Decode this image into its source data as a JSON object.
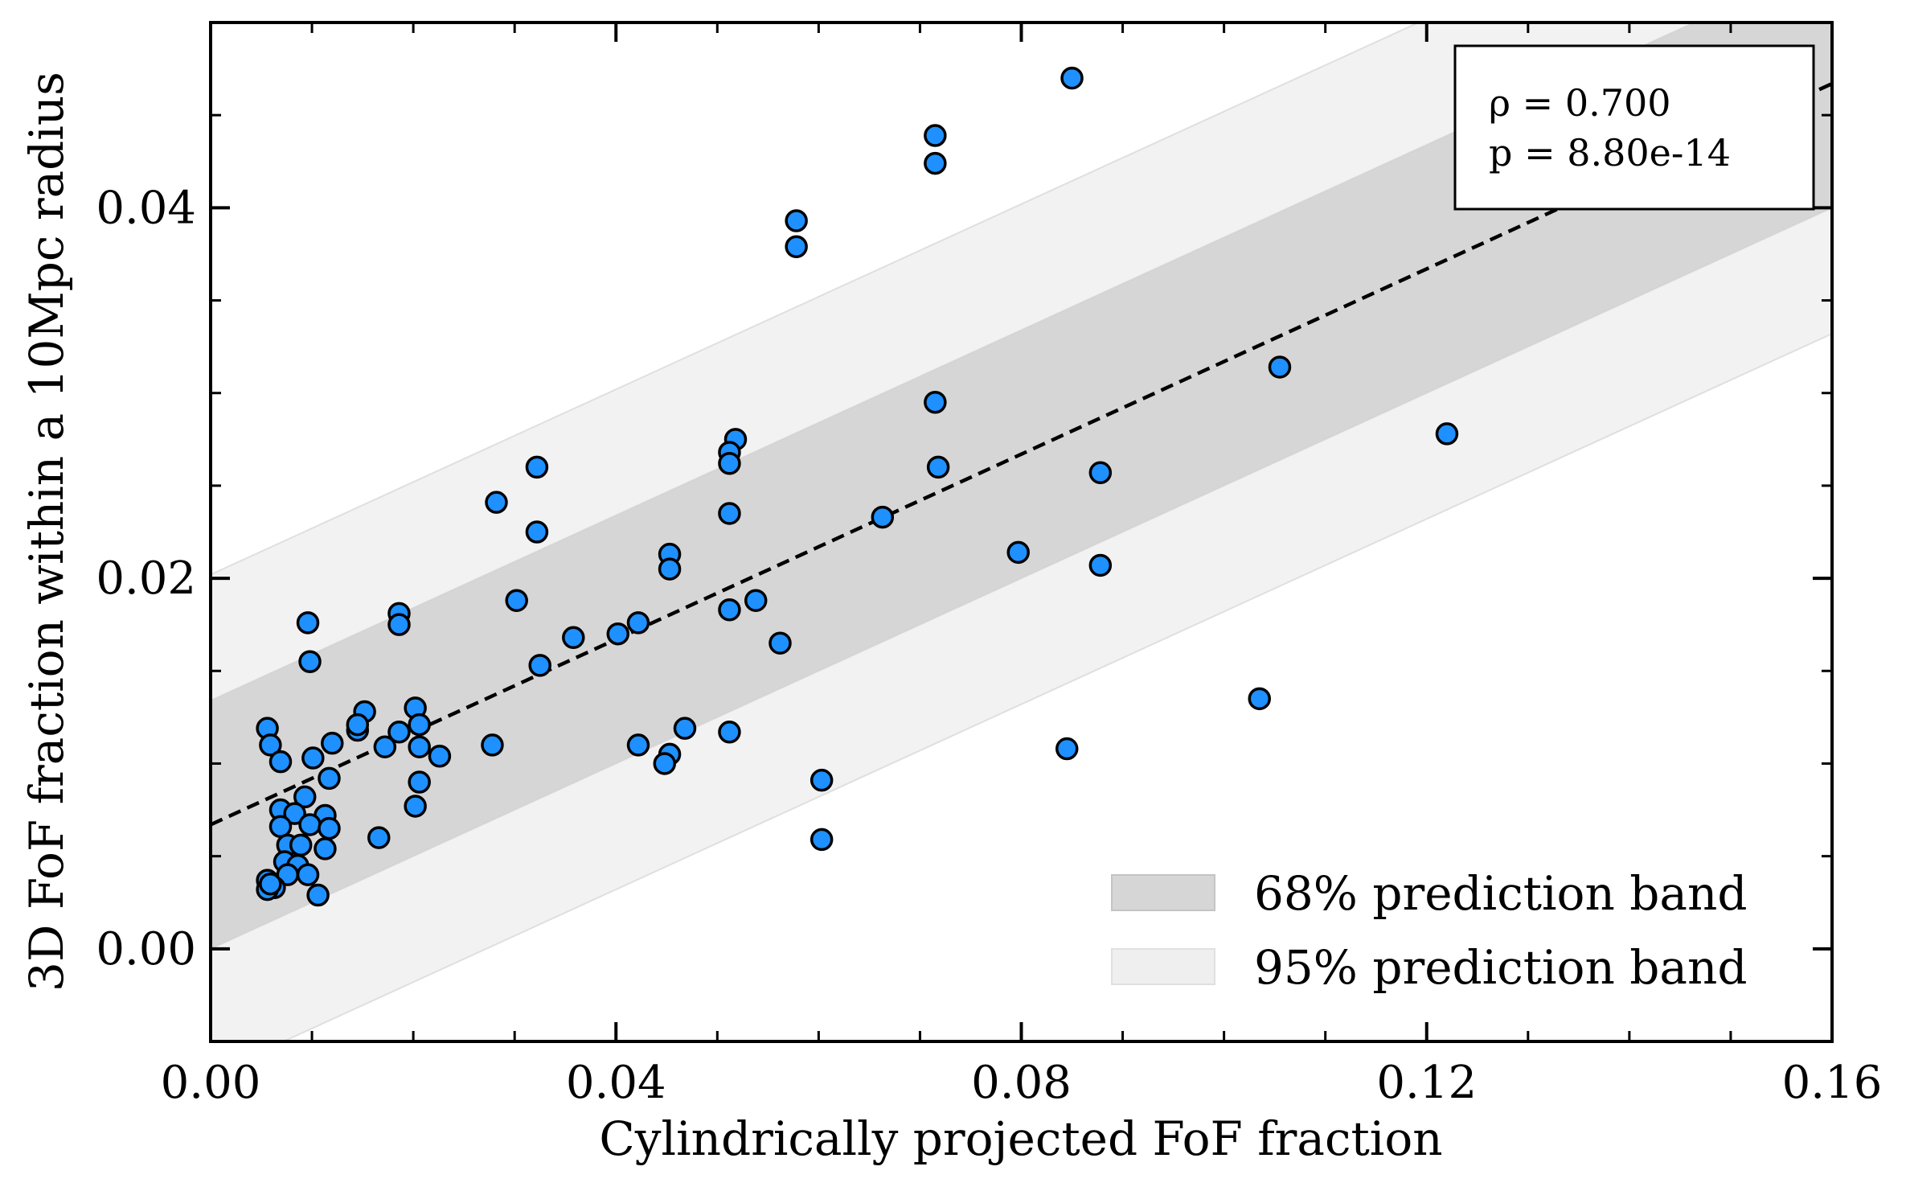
{
  "chart_data": {
    "type": "scatter",
    "xlabel": "Cylindrically projected FoF fraction",
    "ylabel": "3D FoF fraction within a 10Mpc radius",
    "xlim": [
      0.0,
      0.16
    ],
    "ylim": [
      -0.005,
      0.05
    ],
    "xticks": [
      "0.00",
      "0.04",
      "0.08",
      "0.12",
      "0.16"
    ],
    "xtick_values": [
      0.0,
      0.04,
      0.08,
      0.12,
      0.16
    ],
    "yticks": [
      "0.00",
      "0.02",
      "0.04"
    ],
    "ytick_values": [
      0.0,
      0.02,
      0.04
    ],
    "grid": false,
    "stats": {
      "rho": "ρ = 0.700",
      "p": "p = 8.80e-14"
    },
    "fit_line": {
      "intercept": 0.0067,
      "slope": 0.25,
      "style": "dashed"
    },
    "bands": [
      {
        "name": "68% prediction band",
        "half_width": 0.0067,
        "color": "#d6d6d6"
      },
      {
        "name": "95% prediction band",
        "half_width": 0.0135,
        "color": "#f2f2f2"
      }
    ],
    "legend_position": "lower-right",
    "stats_position": "upper-right",
    "marker_color": "#1e90ff",
    "points": [
      [
        0.085,
        0.047
      ],
      [
        0.0715,
        0.0439
      ],
      [
        0.0715,
        0.0424
      ],
      [
        0.0578,
        0.0393
      ],
      [
        0.0578,
        0.0379
      ],
      [
        0.1055,
        0.0314
      ],
      [
        0.122,
        0.0278
      ],
      [
        0.0715,
        0.0295
      ],
      [
        0.0718,
        0.026
      ],
      [
        0.0878,
        0.0257
      ],
      [
        0.0518,
        0.0275
      ],
      [
        0.0512,
        0.0268
      ],
      [
        0.0512,
        0.0262
      ],
      [
        0.0512,
        0.0235
      ],
      [
        0.0663,
        0.0233
      ],
      [
        0.0453,
        0.0213
      ],
      [
        0.0453,
        0.0205
      ],
      [
        0.0797,
        0.0214
      ],
      [
        0.0878,
        0.0207
      ],
      [
        0.0538,
        0.0188
      ],
      [
        0.0512,
        0.0183
      ],
      [
        0.0562,
        0.0165
      ],
      [
        0.0422,
        0.0176
      ],
      [
        0.0402,
        0.017
      ],
      [
        0.0358,
        0.0168
      ],
      [
        0.0302,
        0.0188
      ],
      [
        0.0282,
        0.0241
      ],
      [
        0.0322,
        0.026
      ],
      [
        0.0322,
        0.0225
      ],
      [
        0.0325,
        0.0153
      ],
      [
        0.0278,
        0.011
      ],
      [
        0.0422,
        0.011
      ],
      [
        0.0453,
        0.0105
      ],
      [
        0.0448,
        0.01
      ],
      [
        0.0468,
        0.0119
      ],
      [
        0.0512,
        0.0117
      ],
      [
        0.0603,
        0.0091
      ],
      [
        0.0603,
        0.0059
      ],
      [
        0.0845,
        0.0108
      ],
      [
        0.1035,
        0.0135
      ],
      [
        0.0186,
        0.0181
      ],
      [
        0.0186,
        0.0175
      ],
      [
        0.0202,
        0.013
      ],
      [
        0.0206,
        0.0121
      ],
      [
        0.0206,
        0.0109
      ],
      [
        0.0226,
        0.0104
      ],
      [
        0.0206,
        0.009
      ],
      [
        0.0202,
        0.0077
      ],
      [
        0.0186,
        0.0117
      ],
      [
        0.0172,
        0.0109
      ],
      [
        0.0166,
        0.006
      ],
      [
        0.0152,
        0.0128
      ],
      [
        0.0145,
        0.0118
      ],
      [
        0.0145,
        0.0121
      ],
      [
        0.0096,
        0.0176
      ],
      [
        0.0098,
        0.0155
      ],
      [
        0.0056,
        0.0119
      ],
      [
        0.0059,
        0.011
      ],
      [
        0.0069,
        0.0101
      ],
      [
        0.0101,
        0.0103
      ],
      [
        0.012,
        0.0111
      ],
      [
        0.0117,
        0.0092
      ],
      [
        0.0093,
        0.0082
      ],
      [
        0.0069,
        0.0075
      ],
      [
        0.0083,
        0.0073
      ],
      [
        0.0113,
        0.0072
      ],
      [
        0.0098,
        0.0067
      ],
      [
        0.0117,
        0.0065
      ],
      [
        0.0069,
        0.0066
      ],
      [
        0.0076,
        0.0056
      ],
      [
        0.0089,
        0.0056
      ],
      [
        0.0113,
        0.0054
      ],
      [
        0.0073,
        0.0047
      ],
      [
        0.0086,
        0.0045
      ],
      [
        0.0076,
        0.004
      ],
      [
        0.0096,
        0.004
      ],
      [
        0.0056,
        0.0037
      ],
      [
        0.0063,
        0.0033
      ],
      [
        0.0056,
        0.0032
      ],
      [
        0.0059,
        0.0035
      ],
      [
        0.0106,
        0.0029
      ]
    ]
  }
}
